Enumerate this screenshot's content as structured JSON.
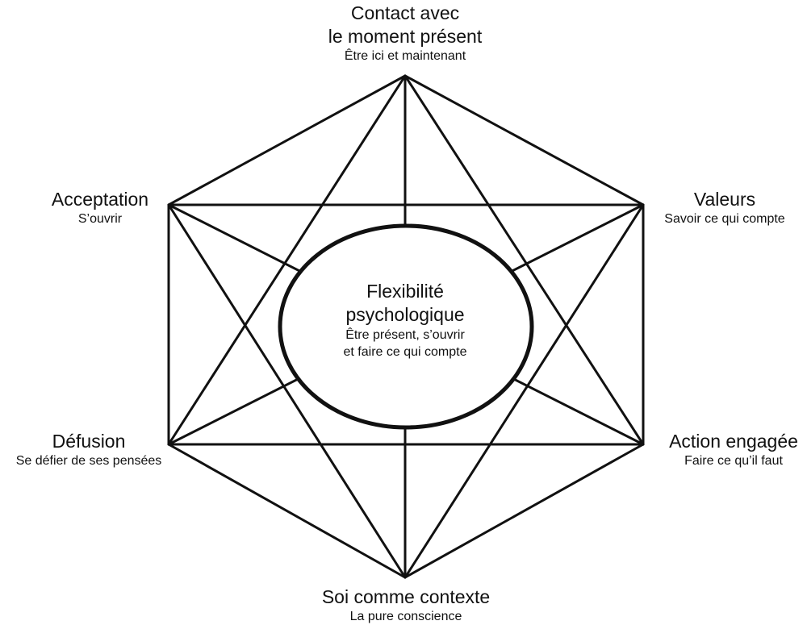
{
  "diagram": {
    "type": "hexaflex",
    "line_color": "#111111",
    "center": {
      "title_line1": "Flexibilité",
      "title_line2": "psychologique",
      "sub_line1": "Être présent, s’ouvrir",
      "sub_line2": "et faire ce qui compte"
    },
    "nodes": [
      {
        "id": "top",
        "title_line1": "Contact avec",
        "title_line2": "le moment présent",
        "subtitle": "Être ici et maintenant"
      },
      {
        "id": "top-left",
        "title": "Acceptation",
        "subtitle": "S’ouvrir"
      },
      {
        "id": "top-right",
        "title": "Valeurs",
        "subtitle": "Savoir ce qui compte"
      },
      {
        "id": "bottom-left",
        "title": "Défusion",
        "subtitle": "Se défier de ses pensées"
      },
      {
        "id": "bottom-right",
        "title": "Action engagée",
        "subtitle": "Faire ce qu’il faut"
      },
      {
        "id": "bottom",
        "title": "Soi comme contexte",
        "subtitle": "La pure conscience"
      }
    ],
    "edges": "all pairs of the six nodes connected"
  }
}
